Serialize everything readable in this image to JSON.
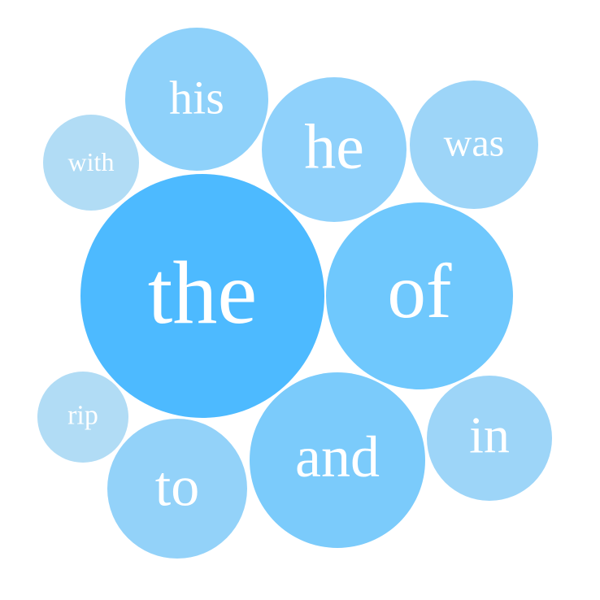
{
  "chart_data": {
    "type": "bubble",
    "title": "",
    "items": [
      {
        "word": "the",
        "color": "#4dbaff"
      },
      {
        "word": "of",
        "color": "#6fc8fd"
      },
      {
        "word": "and",
        "color": "#7bcbfb"
      },
      {
        "word": "he",
        "color": "#8fd1fb"
      },
      {
        "word": "his",
        "color": "#8ed1fa"
      },
      {
        "word": "to",
        "color": "#93d2f9"
      },
      {
        "word": "was",
        "color": "#9dd5f8"
      },
      {
        "word": "in",
        "color": "#9dd5f8"
      },
      {
        "word": "with",
        "color": "#b1dcf5"
      },
      {
        "word": "rip",
        "color": "#b1dcf5"
      }
    ]
  }
}
